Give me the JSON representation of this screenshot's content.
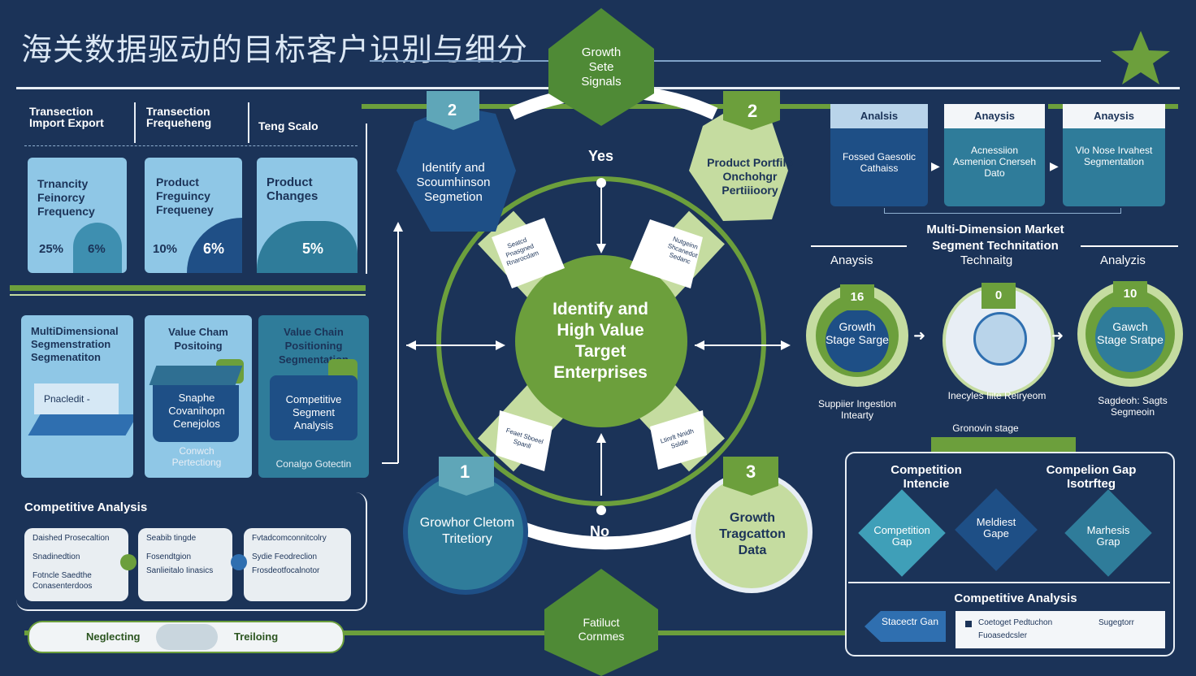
{
  "title": "海关数据驱动的目标客户识别与细分",
  "left_top": {
    "headers": [
      "Transection Import Export",
      "Transection Frequeheng",
      "Teng Scalo"
    ],
    "cards": [
      {
        "label": "Trnancity Feinorcy Frequency",
        "v1": "25%",
        "v2": "6%"
      },
      {
        "label": "Product Freguincy Frequeney",
        "v1": "10%",
        "v2": "6%"
      },
      {
        "label": "Product Changes",
        "v1": "5%",
        "v2": ""
      }
    ]
  },
  "left_mid": {
    "cards": [
      {
        "title": "MultiDimensional Segmenstration Segmenatiton",
        "sub": "Pnacledit -"
      },
      {
        "title": "Value Cham Positoing",
        "box": "Snaphe Covanihopn Cenejolos",
        "foot": "Conwch Pertectiong"
      },
      {
        "title": "Value Chain Positioning Segmentation",
        "box": "Competitive Segment Analysis",
        "foot": "Conalgo Gotectin"
      }
    ]
  },
  "competitive": {
    "title": "Competitive Analysis",
    "groups": [
      [
        "Daished Prosecaltion",
        "Snadinedtion",
        "Fotncle Saedthe Conasenterdoos"
      ],
      [
        "Seabib tingde",
        "Fosendtgion",
        "Sanlieitalo Iinasics"
      ],
      [
        "Fvtadcomconnitcolry",
        "Sydie Feodreclion",
        "Frosdeotfocalnotor"
      ]
    ]
  },
  "toggle": {
    "left": "Neglecting",
    "right": "Treiloing"
  },
  "center": {
    "hub": "Identify and High Value Target Enterprises",
    "top": "Growth Sete Signals",
    "bottom": "Fatiluct Cornmes",
    "yes": "Yes",
    "no": "No",
    "left_hex": {
      "num": "2",
      "text": "Identify and Scoumhinson Segmetion"
    },
    "right_hex": {
      "num": "2",
      "text": "Product Portfilo Onchohgr Pertiiioory"
    },
    "bl": {
      "num": "1",
      "text": "Growhor Cletom Tritetiory"
    },
    "br": {
      "num": "3",
      "text": "Growth Tragcatton Data"
    },
    "tags": [
      "Seatcd Pnasgned Rnarocdam",
      "Nutgeinn Shcanedot Sedanc",
      "Feaet Sboeel Spanll",
      "Ltinrlt Nnidh Ssldle"
    ]
  },
  "right_top": {
    "cards": [
      {
        "hdr": "Analsis",
        "text": "Fossed Gaesotic Cathaiss"
      },
      {
        "hdr": "Anaysis",
        "text": "Acnessiion Asmenion Cnerseh Dato"
      },
      {
        "hdr": "Anaysis",
        "text": "Vlo Nose Irvahest Segmentation"
      }
    ],
    "caption1": "Multi-Dimension Market",
    "caption2": "Segment Technitation"
  },
  "circles": {
    "labels": [
      "Anaysis",
      "Technaitg",
      "Analyzis"
    ],
    "items": [
      {
        "badge": "16",
        "text": "Growth Stage Sarge",
        "foot": "Suppiier Ingestion Intearty"
      },
      {
        "badge": "0",
        "text": "",
        "foot": "Inecyles Iiite Reiryeom"
      },
      {
        "badge": "10",
        "text": "Gawch Stage Sratpe",
        "foot": "Sagdeoh: Sagts Segmeoin"
      }
    ],
    "bottom_label": "Gronovin stage"
  },
  "gap": {
    "t1": "Competition Intencie",
    "t2": "Compelion Gap Isotrfteg",
    "diamonds": [
      "Competition Gap",
      "Meldiest Gape",
      "Marhesis Grap"
    ],
    "bottom_title": "Competitive Analysis",
    "arrow": "Stacectr Gan",
    "items": [
      "Coetoget Pedtuchon",
      "Sugegtorr",
      "Fuoasedcsler"
    ]
  },
  "colors": {
    "bg": "#1b3358",
    "green": "#6c9f3c",
    "light_green": "#c5dca0",
    "teal": "#2f7c9a",
    "light_blue": "#8fc7e6"
  }
}
